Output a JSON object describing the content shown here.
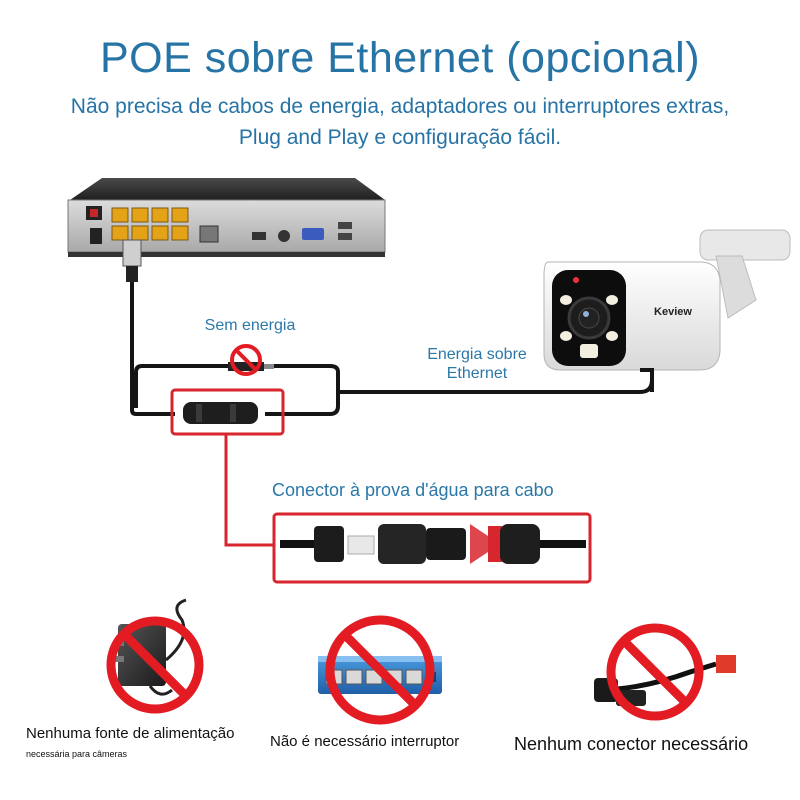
{
  "header": {
    "title": "POE sobre Ethernet (opcional)",
    "subtitle_line1": "Não precisa de cabos de energia, adaptadores ou interruptores extras,",
    "subtitle_line2": "Plug and Play e configuração fácil."
  },
  "diagram": {
    "label_no_power": "Sem energia",
    "label_poe_line1": "Energia sobre",
    "label_poe_line2": "Ethernet",
    "connector_label": "Conector à prova d'água para cabo",
    "camera_brand": "Keview"
  },
  "features": [
    {
      "caption": "Nenhuma fonte de alimentação",
      "sub_caption": "necessária para câmeras"
    },
    {
      "caption": "Não é necessário interruptor"
    },
    {
      "caption": "Nenhum conector necessário"
    }
  ],
  "colors": {
    "title_blue": "#2673a6",
    "highlight_red": "#d8262e",
    "prohibit_red": "#e31b23"
  }
}
